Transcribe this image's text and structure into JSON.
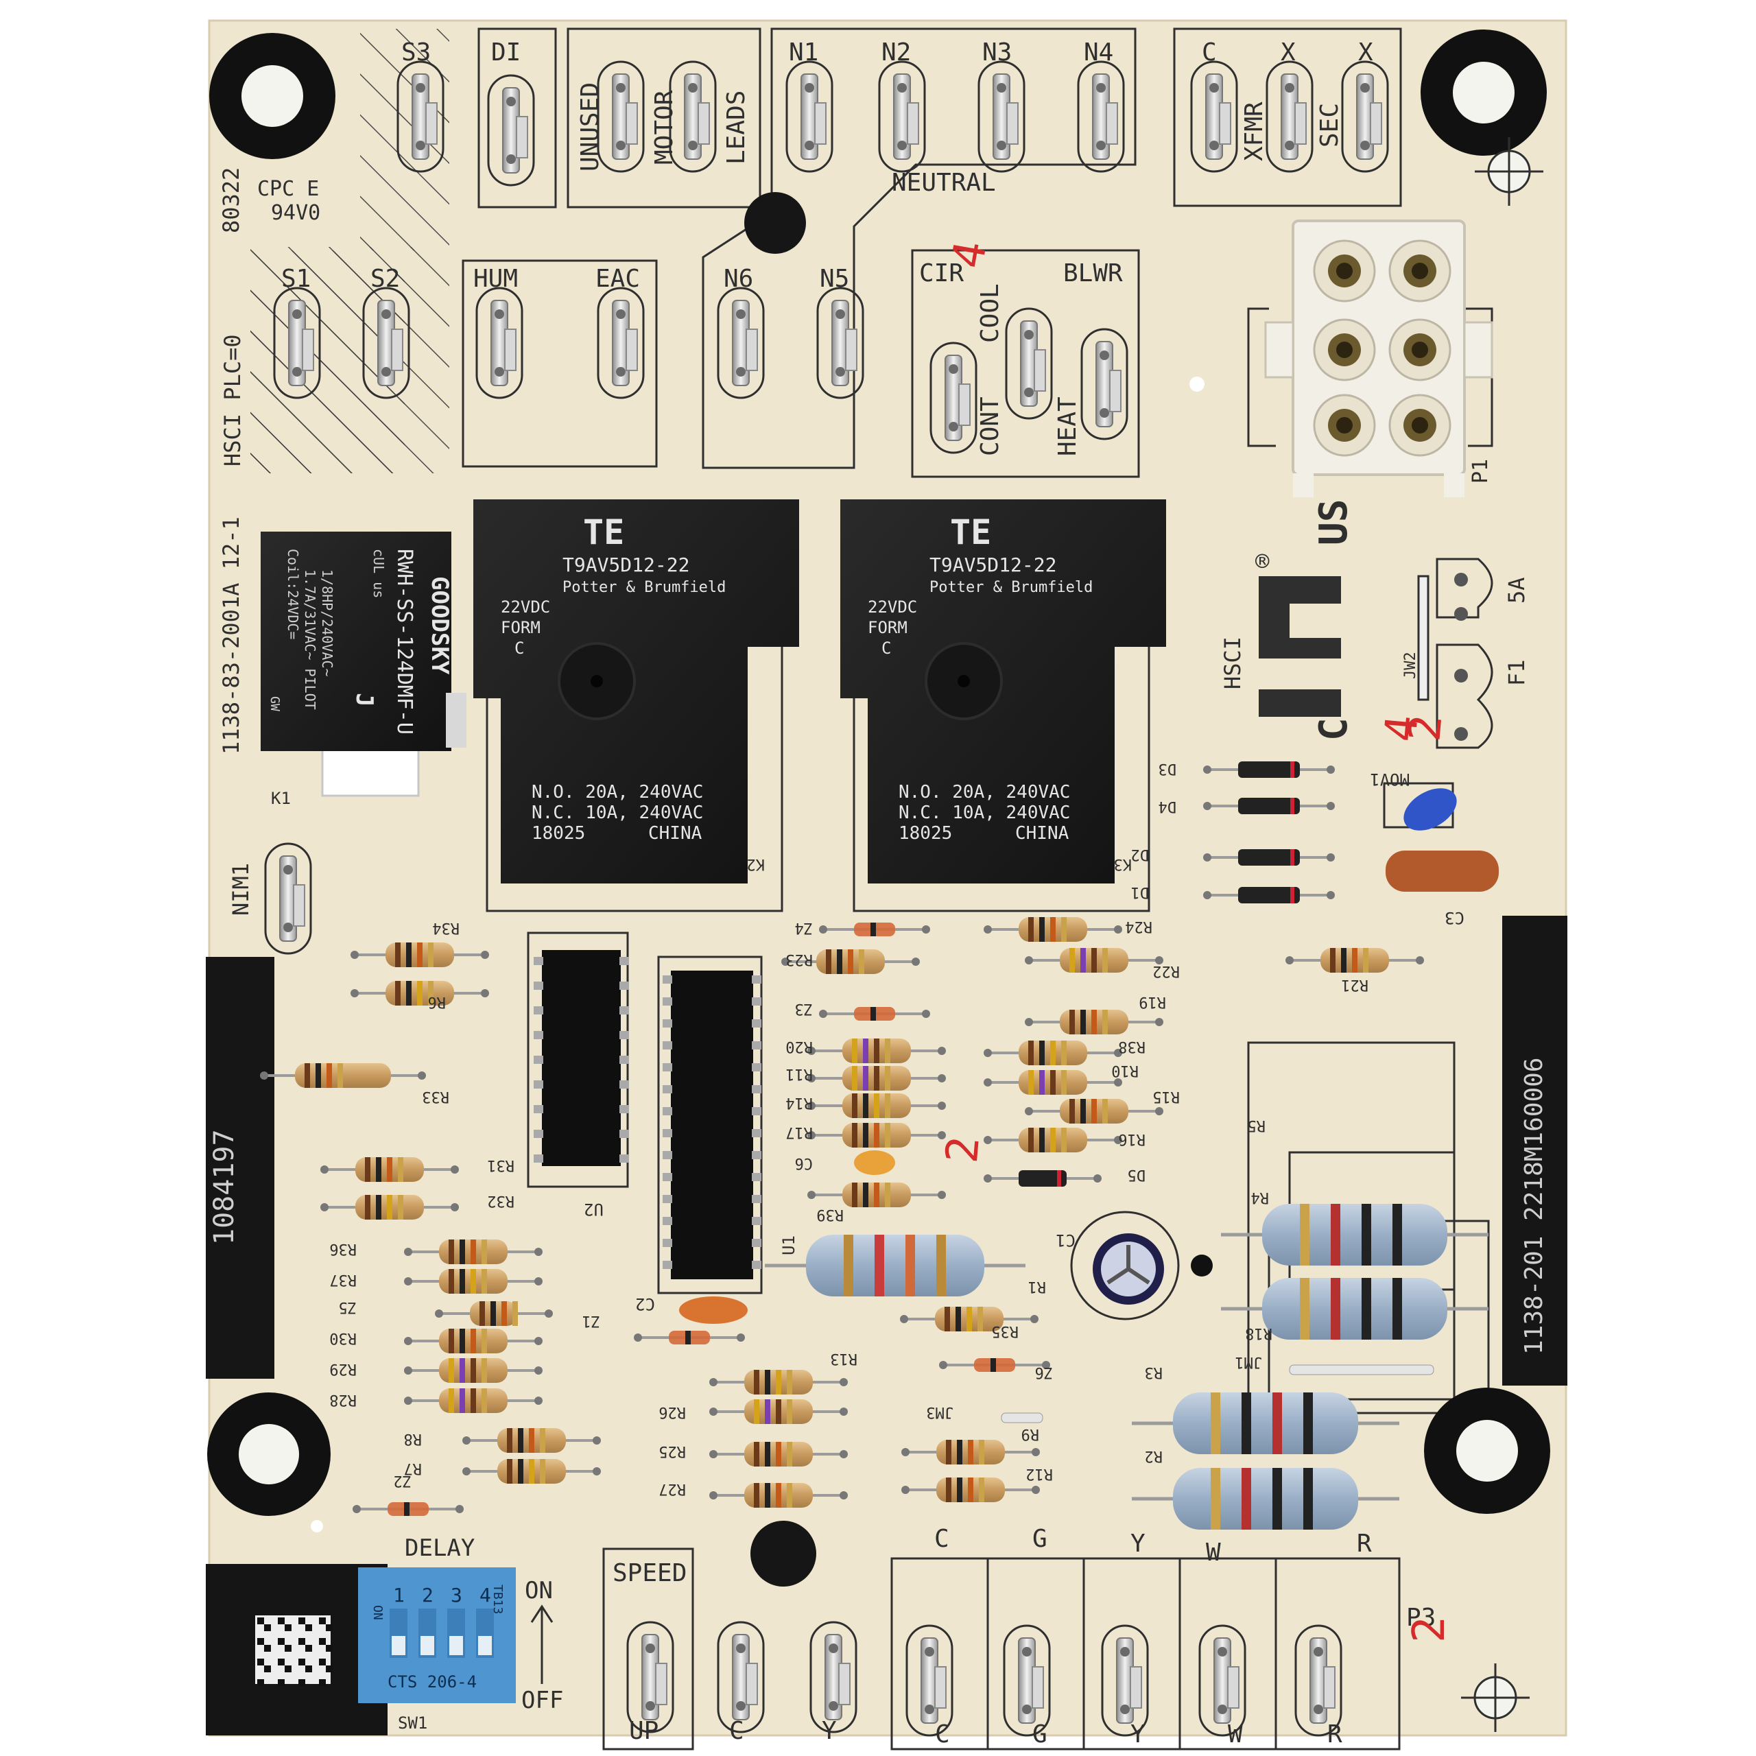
{
  "board": {
    "part_number": "1138-83-2001A 12-1",
    "approval": "HSCI PLC=0",
    "code": "80322",
    "flammability": "CPC E",
    "flammability_rating": "94V0",
    "serial": "1084197",
    "model_code": "1138-201 2218M160006",
    "agency": "HSCI",
    "ul_mark": "c UL US",
    "ul_country_left": "C",
    "ul_country_right": "US",
    "ul_reg": "®"
  },
  "terminals_top": {
    "s3": "S3",
    "di": "DI",
    "unused": "UNUSED",
    "motor": "MOTOR",
    "leads": "LEADS",
    "n1": "N1",
    "n2": "N2",
    "n3": "N3",
    "n4": "N4",
    "neutral": "NEUTRAL",
    "c": "C",
    "x1": "X",
    "x2": "X",
    "xfmr": "XFMR",
    "sec": "SEC"
  },
  "terminals_mid": {
    "s1": "S1",
    "s2": "S2",
    "hum": "HUM",
    "eac": "EAC",
    "n6": "N6",
    "n5": "N5",
    "cir": "CIR",
    "cool": "COOL",
    "blwr": "BLWR",
    "cont": "CONT",
    "heat": "HEAT"
  },
  "connectors": {
    "p1": "P1",
    "p3": "P3",
    "f1": "F1",
    "fuse_rating": "5A",
    "jw2": "JW2",
    "mov1": "MOV1",
    "c3": "C3",
    "nim1": "NIM1"
  },
  "relay_k1": {
    "brand": "GOODSKY",
    "model": "RWH-SS-124DMF-U",
    "rating_line1": "1/8HP/240VAC~",
    "rating_line2": "1.7A/31VAC~ PILOT",
    "coil": "Coil:24VDC=",
    "letter": "J",
    "mark": "GW",
    "ul": "cUL us",
    "ref": "K1"
  },
  "relays": [
    {
      "ref": "K2",
      "brand": "TE",
      "model": "T9AV5D12-22",
      "maker": "Potter & Brumfield",
      "coil": "22VDC",
      "form": "FORM",
      "form_type": "C",
      "rating_no": "N.O. 20A, 240VAC",
      "rating_nc": "N.C. 10A, 240VAC",
      "date": "18025",
      "origin": "CHINA"
    },
    {
      "ref": "K3",
      "brand": "TE",
      "model": "T9AV5D12-22",
      "maker": "Potter & Brumfield",
      "coil": "22VDC",
      "form": "FORM",
      "form_type": "C",
      "rating_no": "N.O. 20A, 240VAC",
      "rating_nc": "N.C. 10A, 240VAC",
      "date": "18025",
      "origin": "CHINA"
    }
  ],
  "components": {
    "r34": "R34",
    "r6": "R6",
    "r33": "R33",
    "r31": "R31",
    "r32": "R32",
    "r36": "R36",
    "r37": "R37",
    "z5": "Z5",
    "r30": "R30",
    "r29": "R29",
    "r28": "R28",
    "r8": "R8",
    "r7": "R7",
    "z2": "Z2",
    "u2": "U2",
    "u1": "U1",
    "c2": "C2",
    "z1": "Z1",
    "z4": "Z4",
    "r23": "R23",
    "z3": "Z3",
    "r20": "R20",
    "r11": "R11",
    "r14": "R14",
    "r17": "R17",
    "c6": "C6",
    "r39": "R39",
    "r13": "R13",
    "r26": "R26",
    "r25": "R25",
    "r27": "R27",
    "r24": "R24",
    "r22": "R22",
    "r19": "R19",
    "r38": "R38",
    "r10": "R10",
    "r15": "R15",
    "r16": "R16",
    "d5": "D5",
    "c1": "C1",
    "r1": "R1",
    "r35": "R35",
    "z6": "Z6",
    "jm3": "JM3",
    "r9": "R9",
    "r12": "R12",
    "r21": "R21",
    "r5": "R5",
    "r4": "R4",
    "r18": "R18",
    "jm1": "JM1",
    "r3": "R3",
    "r2": "R2",
    "d1": "D1",
    "d2": "D2",
    "d3": "D3",
    "d4": "D4"
  },
  "dip_switch": {
    "ref": "SW1",
    "model": "CTS 206-4",
    "numbers": [
      "1",
      "2",
      "3",
      "4"
    ],
    "on_label": "ON",
    "off_label": "OFF",
    "side": "TB13",
    "mini_on": "ON",
    "group_label": "DELAY"
  },
  "bottom_terminals": {
    "speed": "SPEED",
    "up": "UP",
    "c1": "C",
    "y1": "Y",
    "c2": "C",
    "g": "G",
    "y2": "Y",
    "w": "W",
    "r": "R"
  },
  "thermostat_row": {
    "c": "C",
    "g": "G",
    "y": "Y",
    "w": "W",
    "r": "R"
  },
  "handwriting": {
    "marks": [
      "4",
      "2",
      "4",
      "2",
      "2"
    ]
  },
  "colors": {
    "board": "#efe6cf",
    "silk": "#2f2f2f",
    "relay": "#1b1b1b",
    "resistor_body": "#cfa46c",
    "power_resistor": "#9fb3c8",
    "dip": "#4f95cf",
    "mov": "#2f55c9",
    "cap": "#b25a2b",
    "ink": "#d62b2b"
  }
}
